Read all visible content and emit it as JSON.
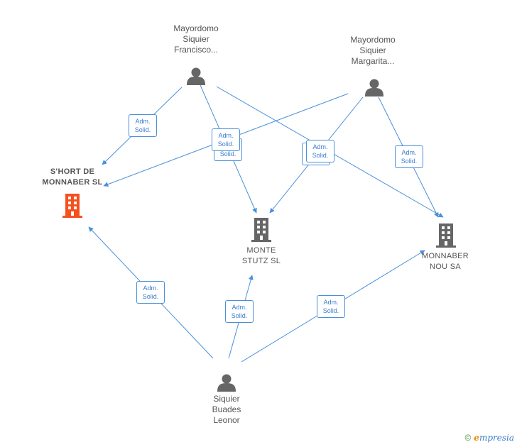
{
  "nodes": {
    "person_francisco": {
      "lines": [
        "Mayordomo",
        "Siquier",
        "Francisco..."
      ]
    },
    "person_margarita": {
      "lines": [
        "Mayordomo",
        "Siquier",
        "Margarita..."
      ]
    },
    "person_leonor": {
      "lines": [
        "Siquier",
        "Buades",
        "Leonor"
      ]
    },
    "company_short": {
      "lines": [
        "S'HORT DE",
        "MONNABER SL"
      ],
      "color": "#f4511e"
    },
    "company_monte": {
      "lines": [
        "MONTE",
        "STUTZ SL"
      ],
      "color": "#666666"
    },
    "company_monnaber": {
      "lines": [
        "MONNABER",
        "NOU SA"
      ],
      "color": "#666666"
    }
  },
  "edge_label": {
    "line1": "Adm.",
    "line2": "Solid."
  },
  "colors": {
    "edge": "#4a90d9",
    "person": "#666666",
    "focus_company": "#f4511e",
    "company": "#666666"
  },
  "footer": {
    "copyright": "©",
    "brand_initial": "e",
    "brand_rest": "mpresia"
  }
}
